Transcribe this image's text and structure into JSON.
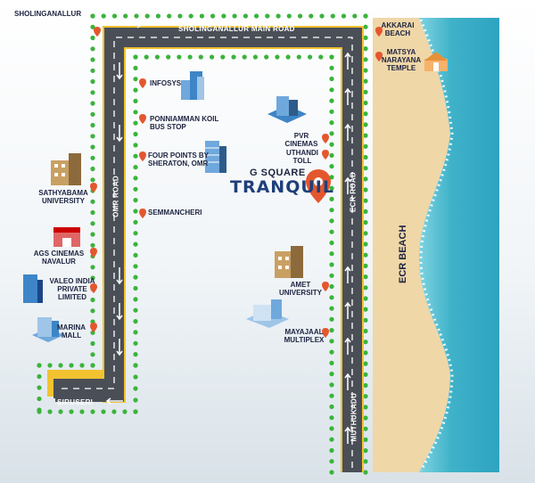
{
  "roads": {
    "top": "SHOLINGANALLUR MAIN ROAD",
    "omr": "OMR ROAD",
    "ecr": "ECR ROAD",
    "bottom_left": "SIRUSERI",
    "bottom_right": "MUTHUKADU"
  },
  "beach": {
    "label": "ECR BEACH"
  },
  "brand": {
    "line1": "G SQUARE",
    "line2": "TRANQUIL"
  },
  "places": {
    "sholinganallur": "SHOLINGANALLUR",
    "akkarai": "AKKARAI\nBEACH",
    "matsya": "MATSYA\nNARAYANA\nTEMPLE",
    "infosys": "INFOSYS",
    "ponniamman": "PONNIAMMAN KOIL\nBUS STOP",
    "pvr": "PVR\nCINEMAS",
    "uthandi": "UTHANDI\nTOLL",
    "four_points": "FOUR POINTS BY\nSHERATON, OMR",
    "sathyabama": "SATHYABAMA\nUNIVERSITY",
    "semmancheri": "SEMMANCHERI",
    "ags": "AGS CINEMAS\nNAVALUR",
    "valeo": "VALEO INDIA\nPRIVATE\nLIMITED",
    "amet": "AMET\nUNIVERSITY",
    "marina": "MARINA\nMALL",
    "mayajaal": "MAYAJAAL\nMULTIPLEX"
  },
  "colors": {
    "road": "#4a4f57",
    "road_edge": "#f2c230",
    "sand": "#efd7a8",
    "sea": "#3fb2c9",
    "tree": "#3bb33b",
    "pin": "#e4572e",
    "brand": "#1e3f7a"
  }
}
